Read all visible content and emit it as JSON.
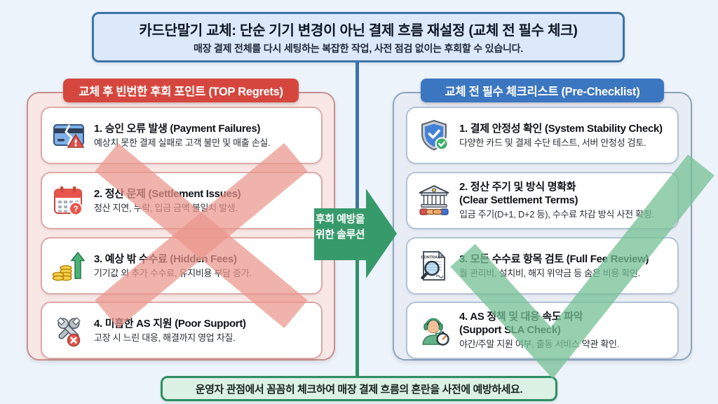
{
  "header": {
    "title": "카드단말기 교체: 단순 기기 변경이 아닌 결제 흐름 재설정 (교체 전 필수 체크)",
    "subtitle": "매장 결제 전체를 다시 세팅하는 복잡한 작업, 사전 점검 없이는 후회할 수 있습니다."
  },
  "left_panel": {
    "header": "교체 후 빈번한 후회 포인트 (TOP Regrets)",
    "items": [
      {
        "icon": "broken-card-icon",
        "title": "1. 승인 오류 발생 (Payment Failures)",
        "title2": "",
        "desc": "예상치 못한 결제 실패로 고객 불만 및 매출 손실."
      },
      {
        "icon": "calendar-question-icon",
        "title": "2. 정산 문제 (Settlement Issues)",
        "title2": "",
        "desc": "정산 지연, 누락, 입금 금액 불일치 발생."
      },
      {
        "icon": "rising-fees-icon",
        "title": "3. 예상 밖 수수료 (Hidden Fees)",
        "title2": "",
        "desc": "기기값 외 추가 수수료, 유지비용 부담 증가."
      },
      {
        "icon": "broken-tools-icon",
        "title": "4. 미흡한 AS 지원 (Poor Support)",
        "title2": "",
        "desc": "고장 시 느린 대응, 해결까지 영업 차질."
      }
    ]
  },
  "center": {
    "arrow_line1": "후회 예방을",
    "arrow_line2": "위한 솔루션"
  },
  "right_panel": {
    "header": "교체 전 필수 체크리스트 (Pre-Checklist)",
    "contract_label": "CONTRACT",
    "items": [
      {
        "icon": "shield-check-icon",
        "title": "1. 결제 안정성 확인 (System Stability Check)",
        "title2": "",
        "desc": "다양한 카드 및 결제 수단 테스트, 서버 안정성 검토."
      },
      {
        "icon": "bank-handshake-icon",
        "title": "2. 정산 주기 및 방식 명확화",
        "title2": "(Clear Settlement Terms)",
        "desc": "입금 주기(D+1, D+2 등), 수수료 차감 방식 사전 확정."
      },
      {
        "icon": "contract-review-icon",
        "title": "3. 모든 수수료 항목 검토 (Full Fee Review)",
        "title2": "",
        "desc": "월 관리비, 설치비, 해지 위약금 등 숨은 비용 확인."
      },
      {
        "icon": "support-timer-icon",
        "title": "4. AS 정책 및 대응 속도 파악",
        "title2": "(Support SLA Check)",
        "desc": "야간/주말 지원 여부, 출동 서비스 약관 확인."
      }
    ]
  },
  "footer": {
    "text": "운영자 관점에서 꼼꼼히 체크하여 매장 결제 흐름의 혼란을 사전에 예방하세요."
  },
  "colors": {
    "background": "#edf3fa",
    "title_border_blue": "#3d73a8",
    "regret_red": "#d5473e",
    "checklist_blue": "#3b76c1",
    "solution_green": "#379a6b",
    "left_panel_bg": "#f9e7e6",
    "right_panel_bg": "#e8edf5",
    "red_x_overlay": "#ea958c",
    "green_check_overlay": "#74c094",
    "footer_green": "#2e8e62"
  }
}
